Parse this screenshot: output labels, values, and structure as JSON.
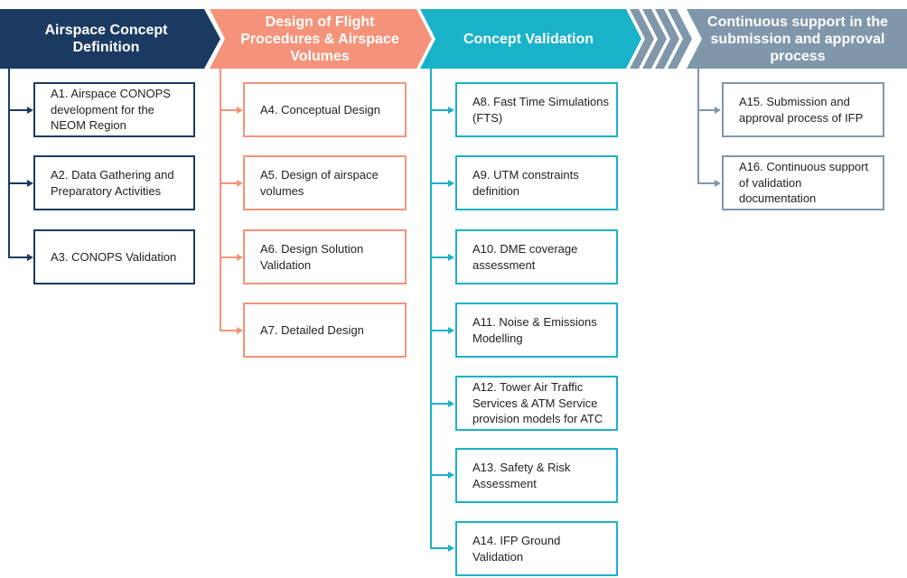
{
  "phases": [
    {
      "title": "Airspace Concept Definition",
      "color": "#1b3a62",
      "activities": [
        "A1. Airspace CONOPS development for the NEOM Region",
        "A2. Data Gathering and Preparatory Activities",
        "A3. CONOPS Validation"
      ]
    },
    {
      "title": "Design of Flight Procedures & Airspace Volumes",
      "color": "#f5937a",
      "activities": [
        "A4. Conceptual Design",
        "A5. Design of airspace volumes",
        "A6. Design Solution Validation",
        "A7. Detailed Design"
      ]
    },
    {
      "title": "Concept Validation",
      "color": "#1ab2c9",
      "activities": [
        "A8. Fast Time Simulations (FTS)",
        "A9. UTM constraints definition",
        "A10. DME coverage assessment",
        "A11. Noise & Emissions Modelling",
        "A12. Tower Air Traffic Services & ATM Service provision models for ATC",
        "A13. Safety & Risk Assessment",
        "A14. IFP Ground Validation"
      ]
    },
    {
      "title": "Continuous support in the submission and approval process",
      "color": "#8097ab",
      "activities": [
        "A15. Submission and approval process of IFP",
        "A16. Continuous support of validation documentation"
      ]
    }
  ]
}
